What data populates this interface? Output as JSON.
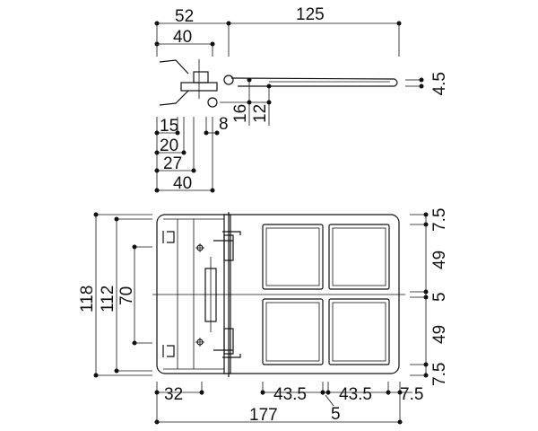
{
  "top_view": {
    "dims": {
      "overall_left": "52",
      "arm_length": "125",
      "hook_width": "40",
      "thickness": "4.5",
      "height_16": "16",
      "height_12": "12",
      "d15": "15",
      "d20": "20",
      "d27": "27",
      "d40": "40",
      "d8": "8"
    }
  },
  "plan_view": {
    "dims": {
      "total_height": "118",
      "inner_height": "112",
      "hole_pitch": "70",
      "margin_top": "7.5",
      "cell_top": "49",
      "gap": "5",
      "cell_bottom": "49",
      "margin_bottom": "7.5",
      "left_width": "32",
      "cell_w1": "43.5",
      "cell_w2": "43.5",
      "margin_right": "7.5",
      "total_width": "177",
      "gap_bottom": "5"
    }
  }
}
